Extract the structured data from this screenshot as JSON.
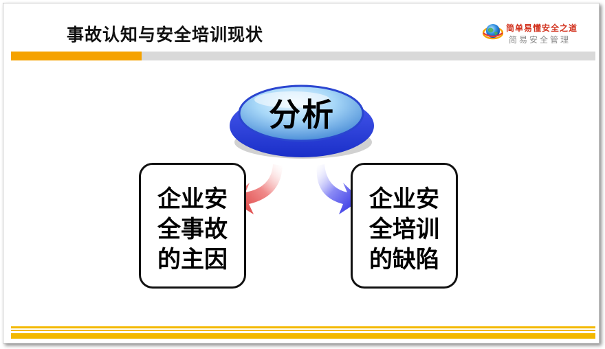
{
  "slide": {
    "title": "事故认知与安全培训现状"
  },
  "logo": {
    "line1": "简单易懂安全之道",
    "line2": "简易安全管理"
  },
  "diagram": {
    "hub_label": "分析",
    "left_box": [
      "企业安",
      "全事故",
      "的主因"
    ],
    "right_box": [
      "企业安",
      "全培训",
      "的缺陷"
    ]
  },
  "colors": {
    "accent_orange": "#f5a200",
    "divider_gray": "#d9d9d9",
    "footer_yellow": "#f3b800",
    "hub_blue": "#2f45e0",
    "arrow_red": "#e04a4a",
    "arrow_blue": "#3a3ae8"
  }
}
